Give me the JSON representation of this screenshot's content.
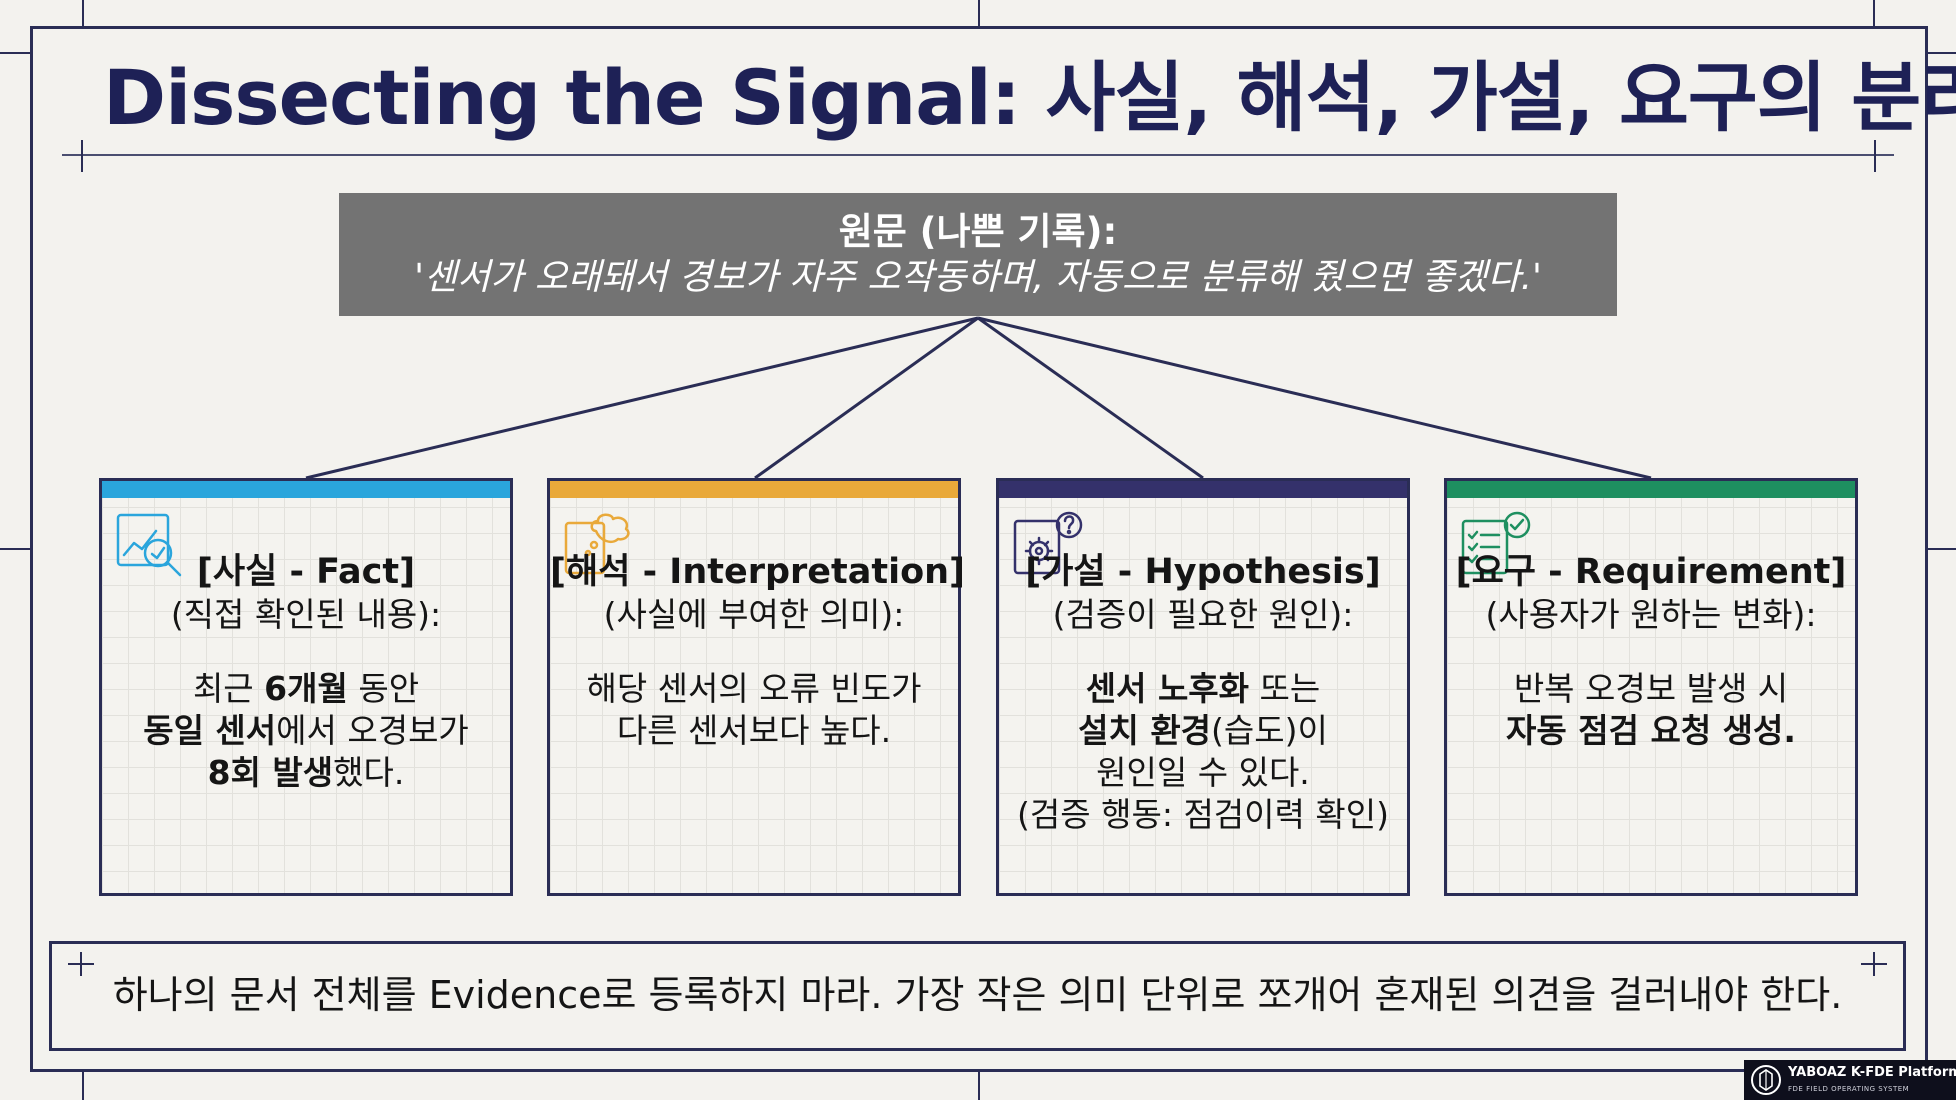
{
  "title": "Dissecting the Signal: 사실, 해석, 가설, 요구의 분리",
  "source": {
    "label": "원문 (나쁜 기록):",
    "text": "'센서가 오래돼서 경보가 자주 오작동하며, 자동으로 분류해 줬으면 좋겠다.'"
  },
  "cards": [
    {
      "title": "[사실 - Fact]",
      "subtitle": "(직접 확인된 내용):",
      "accent": "#2aa5dc",
      "icon": "document-magnifier-chart-icon",
      "lines": [
        [
          {
            "t": "최근 ",
            "b": false
          },
          {
            "t": "6개월",
            "b": true
          },
          {
            "t": " 동안",
            "b": false
          }
        ],
        [
          {
            "t": "동일 센서",
            "b": true
          },
          {
            "t": "에서 오경보가",
            "b": false
          }
        ],
        [
          {
            "t": "8회 발생",
            "b": true
          },
          {
            "t": "했다.",
            "b": false
          }
        ]
      ]
    },
    {
      "title": "[해석 - Interpretation]",
      "subtitle": "(사실에 부여한 의미):",
      "accent": "#e9a93a",
      "icon": "document-thought-bubble-icon",
      "lines": [
        [
          {
            "t": "해당 센서의 오류 빈도가",
            "b": false
          }
        ],
        [
          {
            "t": "다른 센서보다 높다.",
            "b": false
          }
        ]
      ]
    },
    {
      "title": "[가설 - Hypothesis]",
      "subtitle": "(검증이 필요한 원인):",
      "accent": "#34316b",
      "icon": "document-gear-question-icon",
      "lines": [
        [
          {
            "t": "센서 노후화",
            "b": true
          },
          {
            "t": " 또는",
            "b": false
          }
        ],
        [
          {
            "t": "설치 환경",
            "b": true
          },
          {
            "t": "(습도)이",
            "b": false
          }
        ],
        [
          {
            "t": "원인일 수 있다.",
            "b": false
          }
        ],
        [
          {
            "t": "(검증 행동: 점검이력 확인)",
            "b": false
          }
        ]
      ]
    },
    {
      "title": "[요구 - Requirement]",
      "subtitle": "(사용자가 원하는 변화):",
      "accent": "#1e8f60",
      "icon": "checklist-check-icon",
      "lines": [
        [
          {
            "t": "반복 오경보 발생 시",
            "b": false
          }
        ],
        [
          {
            "t": "자동 점검 요청 생성.",
            "b": true
          }
        ]
      ]
    }
  ],
  "footer": "하나의 문서 전체를 Evidence로 등록하지 마라. 가장 작은 의미 단위로 쪼개어 혼재된 의견을 걸러내야 한다.",
  "brand": {
    "name": "YABOAZ K-FDE Platform",
    "tagline": "FDE FIELD OPERATING SYSTEM"
  }
}
